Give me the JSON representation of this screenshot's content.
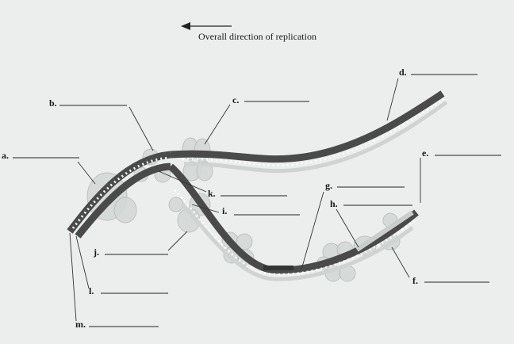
{
  "title": "Overall direction of replication",
  "labels": {
    "a": "a.",
    "b": "b.",
    "c": "c.",
    "d": "d.",
    "e": "e.",
    "f": "f.",
    "g": "g.",
    "h": "h.",
    "i": "i.",
    "j": "j.",
    "k": "k.",
    "l": "l.",
    "m": "m."
  },
  "colors": {
    "background": "#eceeed",
    "strand_dark": "#4a4a4a",
    "strand_light": "#cfd3d1",
    "protein": "#d4d8d6"
  }
}
